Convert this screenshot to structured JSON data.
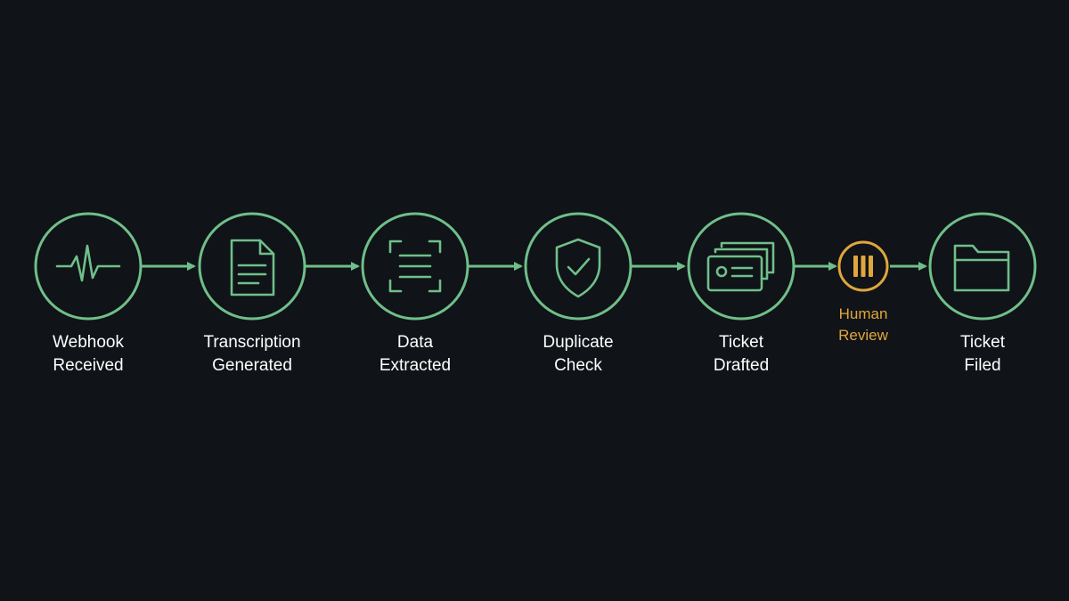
{
  "colors": {
    "background": "#101317",
    "step": "#6fbf8a",
    "review": "#e0a63d",
    "label": "#ffffff"
  },
  "steps": [
    {
      "line1": "Webhook",
      "line2": "Received",
      "icon": "pulse-icon"
    },
    {
      "line1": "Transcription",
      "line2": "Generated",
      "icon": "document-icon"
    },
    {
      "line1": "Data",
      "line2": "Extracted",
      "icon": "scan-text-icon"
    },
    {
      "line1": "Duplicate",
      "line2": "Check",
      "icon": "shield-check-icon"
    },
    {
      "line1": "Ticket",
      "line2": "Drafted",
      "icon": "ticket-stack-icon"
    },
    {
      "line1": "Human",
      "line2": "Review",
      "icon": "pause-icon"
    },
    {
      "line1": "Ticket",
      "line2": "Filed",
      "icon": "folder-icon"
    }
  ]
}
